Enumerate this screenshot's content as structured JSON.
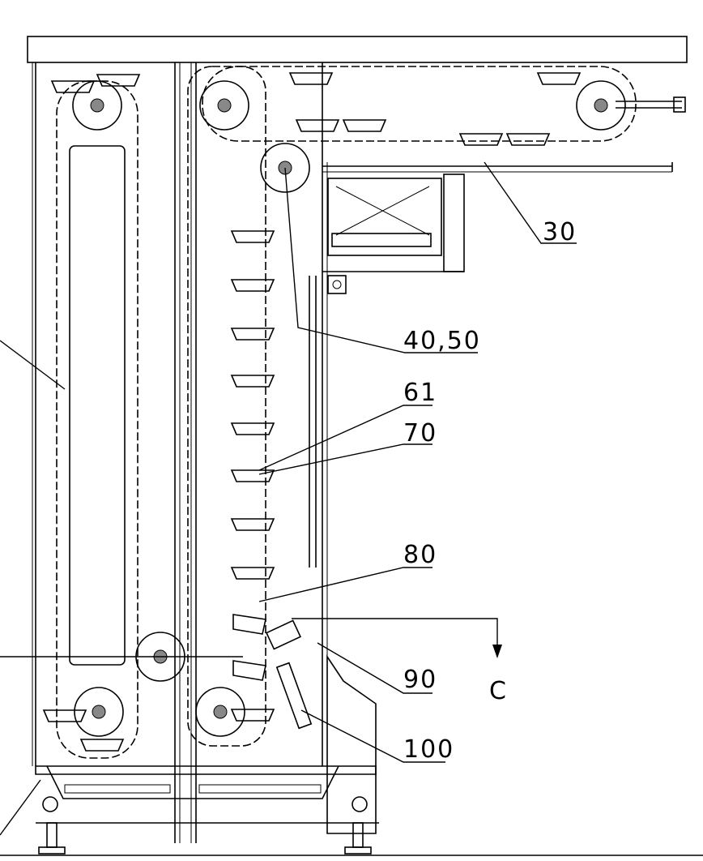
{
  "callouts": [
    {
      "id": "30",
      "text": "30"
    },
    {
      "id": "40_50",
      "text": "40,50"
    },
    {
      "id": "61",
      "text": "61"
    },
    {
      "id": "70",
      "text": "70"
    },
    {
      "id": "80",
      "text": "80"
    },
    {
      "id": "90",
      "text": "90"
    },
    {
      "id": "100",
      "text": "100"
    }
  ],
  "section_marker": {
    "text": "C"
  }
}
